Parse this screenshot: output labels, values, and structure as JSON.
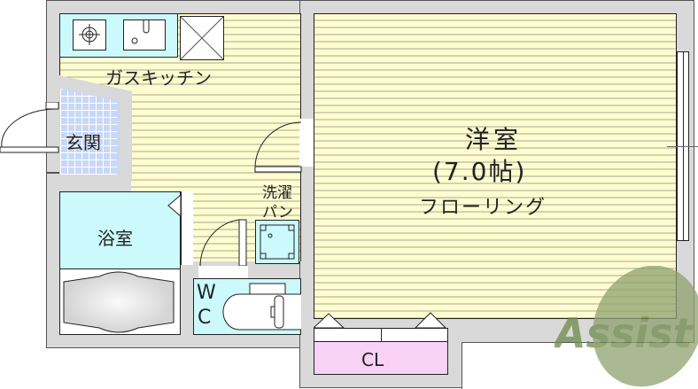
{
  "floor_plan": {
    "rooms": {
      "kitchen": {
        "label": "ガスキッチン"
      },
      "entrance": {
        "label": "玄関"
      },
      "bathroom": {
        "label": "浴室"
      },
      "laundry_pan": {
        "label_line1": "洗濯",
        "label_line2": "パン"
      },
      "wc": {
        "label_line1": "W",
        "label_line2": "C"
      },
      "western_room": {
        "label": "洋室",
        "size": "(7.0帖)",
        "flooring": "フローリング"
      },
      "closet": {
        "label": "CL"
      }
    },
    "watermark": {
      "text": "Assist"
    },
    "colors": {
      "floor": "#fffdd0",
      "wet_area": "#ccf9fb",
      "entrance_tile": "#c8d8f6",
      "closet": "#f9d1f7",
      "wall": "#d9d9d9",
      "watermark": "#7f9a5a"
    }
  }
}
